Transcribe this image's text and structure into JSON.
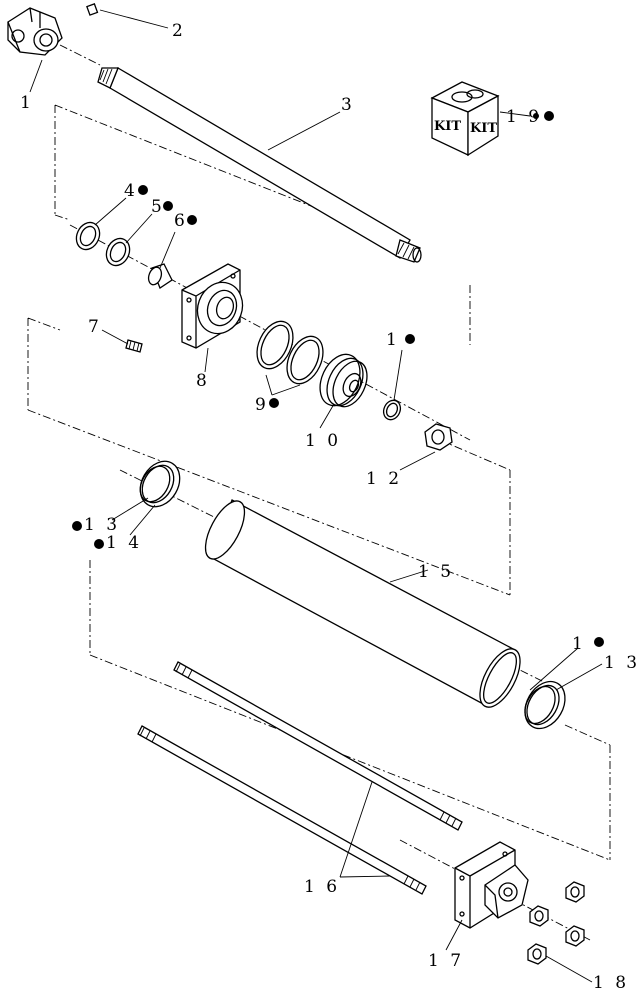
{
  "callouts": [
    {
      "id": "c1a",
      "text": "1",
      "marker": false
    },
    {
      "id": "c2",
      "text": "2",
      "marker": false
    },
    {
      "id": "c3",
      "text": "3",
      "marker": false
    },
    {
      "id": "c4",
      "text": "4",
      "marker": true
    },
    {
      "id": "c5",
      "text": "5",
      "marker": true
    },
    {
      "id": "c6",
      "text": "6",
      "marker": true
    },
    {
      "id": "c7",
      "text": "7",
      "marker": false
    },
    {
      "id": "c8",
      "text": "8",
      "marker": false
    },
    {
      "id": "c9",
      "text": "9",
      "marker": true
    },
    {
      "id": "c10",
      "text": "1 0",
      "marker": false
    },
    {
      "id": "c1b",
      "text": "1",
      "marker": true
    },
    {
      "id": "c12",
      "text": "1 2",
      "marker": false
    },
    {
      "id": "c13",
      "text": "1 3",
      "marker": true
    },
    {
      "id": "c14",
      "text": "1 4",
      "marker": true
    },
    {
      "id": "c15",
      "text": "1 5",
      "marker": false
    },
    {
      "id": "c1c",
      "text": "1",
      "marker": true
    },
    {
      "id": "c1d",
      "text": "1 3",
      "marker": false
    },
    {
      "id": "c16",
      "text": "1 6",
      "marker": false
    },
    {
      "id": "c17",
      "text": "1 7",
      "marker": false
    },
    {
      "id": "c18",
      "text": "1 8",
      "marker": false
    },
    {
      "id": "c19",
      "text": "1 9",
      "marker": true
    }
  ],
  "kit_box": {
    "label_left": "KIT",
    "label_right": "KIT"
  }
}
